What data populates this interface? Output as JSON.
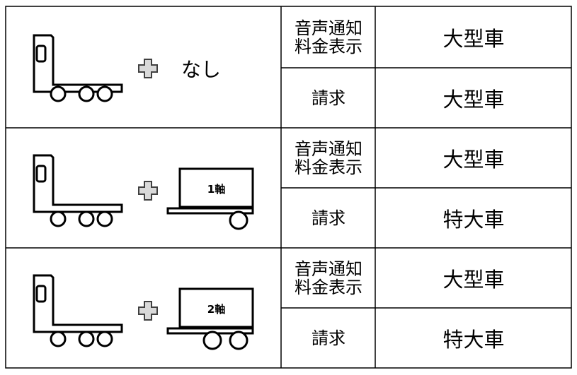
{
  "rows": [
    {
      "trailer": {
        "type": "none",
        "label": "なし"
      },
      "items": [
        {
          "label": "音声通知\n料金表示",
          "value": "大型車"
        },
        {
          "label": "請求",
          "value": "大型車"
        }
      ]
    },
    {
      "trailer": {
        "type": "trailer",
        "label": "1軸",
        "axles": 1
      },
      "items": [
        {
          "label": "音声通知\n料金表示",
          "value": "大型車"
        },
        {
          "label": "請求",
          "value": "特大車"
        }
      ]
    },
    {
      "trailer": {
        "type": "trailer",
        "label": "2軸",
        "axles": 2
      },
      "items": [
        {
          "label": "音声通知\n料金表示",
          "value": "大型車"
        },
        {
          "label": "請求",
          "value": "特大車"
        }
      ]
    }
  ],
  "colors": {
    "border": "#000000",
    "plus_fill": "#d9d9d9",
    "plus_stroke": "#404040"
  }
}
